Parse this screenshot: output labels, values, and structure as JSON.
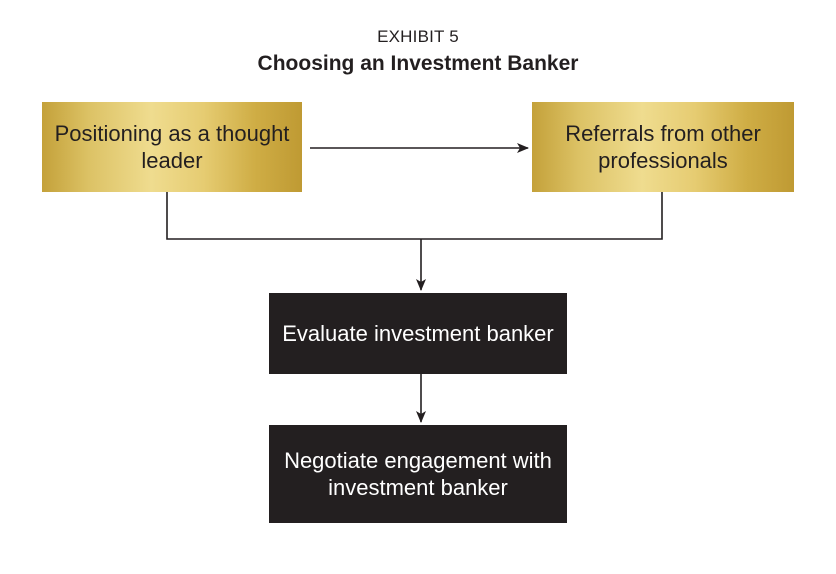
{
  "exhibit": {
    "label": "EXHIBIT 5",
    "title": "Choosing an Investment Banker"
  },
  "nodes": {
    "positioning": "Positioning as a thought leader",
    "referrals": "Referrals from other professionals",
    "evaluate": "Evaluate investment banker",
    "negotiate": "Negotiate engagement with investment banker"
  },
  "edges": [
    {
      "from": "positioning",
      "to": "referrals"
    },
    {
      "from": "positioning",
      "to": "evaluate"
    },
    {
      "from": "referrals",
      "to": "evaluate"
    },
    {
      "from": "evaluate",
      "to": "negotiate"
    }
  ],
  "colors": {
    "gold_box": "#dcc265",
    "dark_box": "#231f20",
    "line": "#231f20"
  }
}
